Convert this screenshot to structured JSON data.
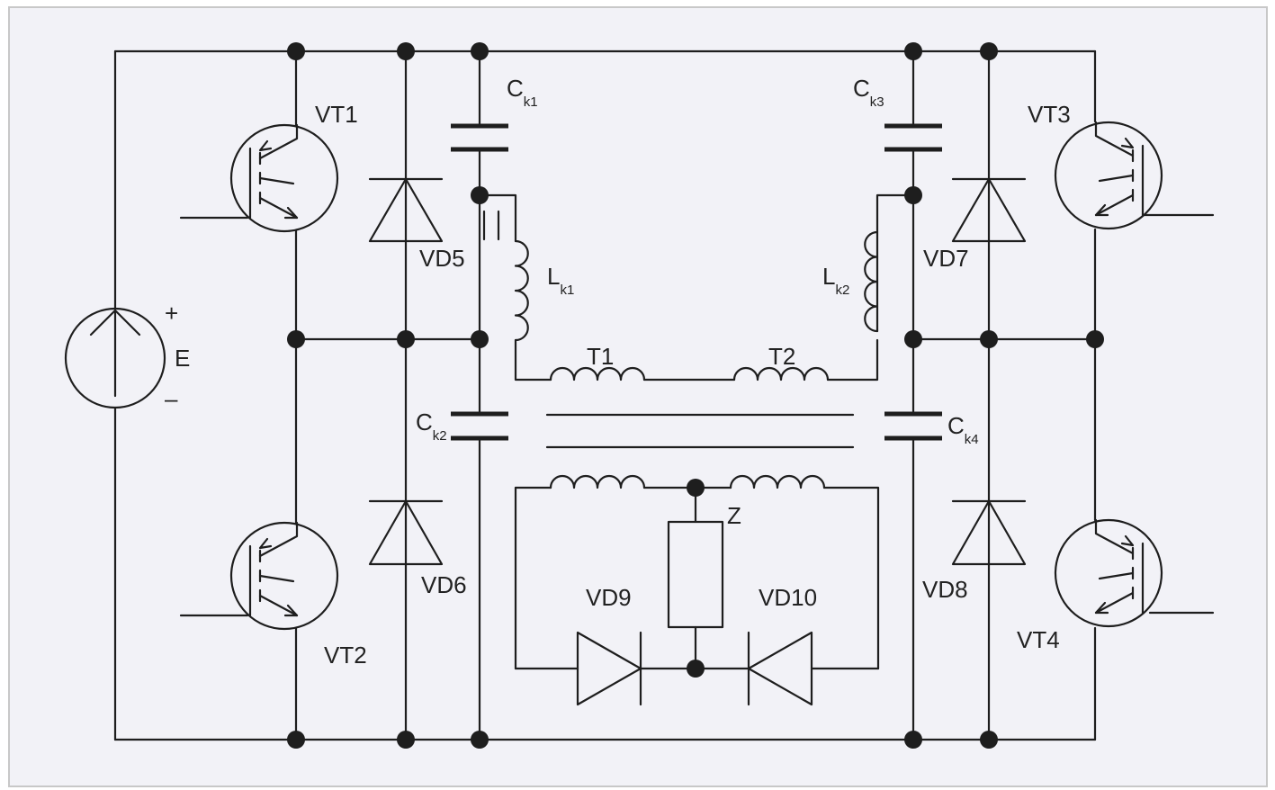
{
  "diagram": {
    "background": "#f2f2f7",
    "border_color": "#c8c8c8",
    "line_color": "#1e1e1e",
    "source": {
      "label": "E",
      "plus": "+",
      "minus": "–"
    },
    "transistors": [
      {
        "id": "VT1",
        "label": "VT1"
      },
      {
        "id": "VT2",
        "label": "VT2"
      },
      {
        "id": "VT3",
        "label": "VT3"
      },
      {
        "id": "VT4",
        "label": "VT4"
      }
    ],
    "diodes": [
      {
        "id": "VD5",
        "label": "VD5"
      },
      {
        "id": "VD6",
        "label": "VD6"
      },
      {
        "id": "VD7",
        "label": "VD7"
      },
      {
        "id": "VD8",
        "label": "VD8"
      },
      {
        "id": "VD9",
        "label": "VD9"
      },
      {
        "id": "VD10",
        "label": "VD10"
      }
    ],
    "capacitors": [
      {
        "id": "Ck1",
        "main": "C",
        "sub": "k1"
      },
      {
        "id": "Ck2",
        "main": "C",
        "sub": "k2"
      },
      {
        "id": "Ck3",
        "main": "C",
        "sub": "k3"
      },
      {
        "id": "Ck4",
        "main": "C",
        "sub": "k4"
      }
    ],
    "inductors": [
      {
        "id": "Lk1",
        "main": "L",
        "sub": "k1"
      },
      {
        "id": "Lk2",
        "main": "L",
        "sub": "k2"
      }
    ],
    "transformers": [
      {
        "id": "T1",
        "label": "T1"
      },
      {
        "id": "T2",
        "label": "T2"
      }
    ],
    "load": {
      "label": "Z"
    }
  }
}
